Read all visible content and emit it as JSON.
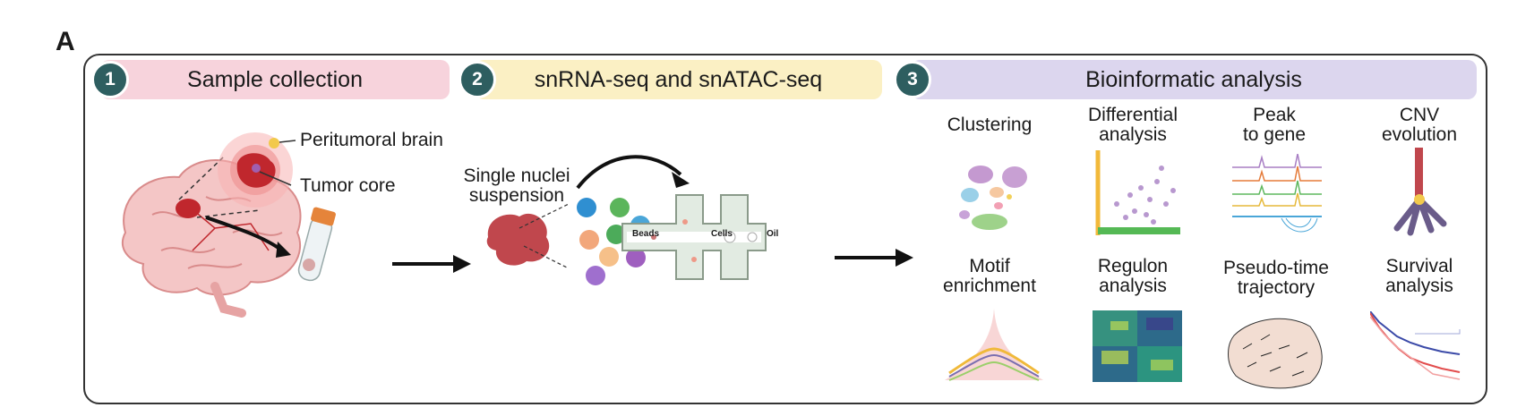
{
  "figure": {
    "panel_letter": "A"
  },
  "steps": [
    {
      "number": "1",
      "title": "Sample collection"
    },
    {
      "number": "2",
      "title": "snRNA-seq and snATAC-seq"
    },
    {
      "number": "3",
      "title": "Bioinformatic analysis"
    }
  ],
  "sample": {
    "peritumoral_label": "Peritumoral brain",
    "tumor_core_label": "Tumor core"
  },
  "sequencing": {
    "suspension_label": "Single nuclei\nsuspension",
    "chip_labels": {
      "beads": "Beads",
      "cells": "Cells",
      "oil": "Oil"
    }
  },
  "analyses": [
    {
      "title": "Clustering"
    },
    {
      "title": "Differential\nanalysis"
    },
    {
      "title": "Peak\nto gene"
    },
    {
      "title": "CNV\nevolution"
    },
    {
      "title": "Motif\nenrichment"
    },
    {
      "title": "Regulon\nanalysis"
    },
    {
      "title": "Pseudo-time\ntrajectory"
    },
    {
      "title": "Survival\nanalysis"
    }
  ],
  "colors": {
    "step1_banner": "#f7d3dc",
    "step2_banner": "#fbf0c4",
    "step3_banner": "#dcd6ee",
    "step_badge": "#2e5e60",
    "tumor": "#c0272d",
    "brain": "#f4c6c6"
  }
}
